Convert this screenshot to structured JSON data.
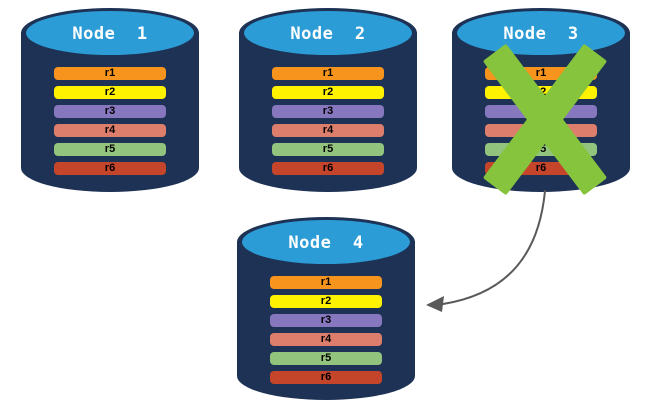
{
  "colors": {
    "background": "#ffffff",
    "cylinder_body": "#1e3255",
    "cylinder_top": "#2c9cd6",
    "node_label_text": "#ffffff",
    "record_text": "#000000",
    "failure_x": "#86c43d",
    "arrow": "#595959"
  },
  "record_colors": {
    "r1": "#f7941d",
    "r2": "#fff200",
    "r3": "#8677be",
    "r4": "#dc7e6b",
    "r5": "#93c47d",
    "r6": "#c4452a"
  },
  "nodes": [
    {
      "label": "Node  1",
      "records": [
        "r1",
        "r2",
        "r3",
        "r4",
        "r5",
        "r6"
      ]
    },
    {
      "label": "Node  2",
      "records": [
        "r1",
        "r2",
        "r3",
        "r4",
        "r5",
        "r6"
      ]
    },
    {
      "label": "Node  3",
      "failed": true,
      "records": [
        "r1",
        "r2",
        "r3",
        "r4",
        "r5",
        "r6"
      ]
    },
    {
      "label": "Node  4",
      "records": [
        "r1",
        "r2",
        "r3",
        "r4",
        "r5",
        "r6"
      ]
    }
  ]
}
